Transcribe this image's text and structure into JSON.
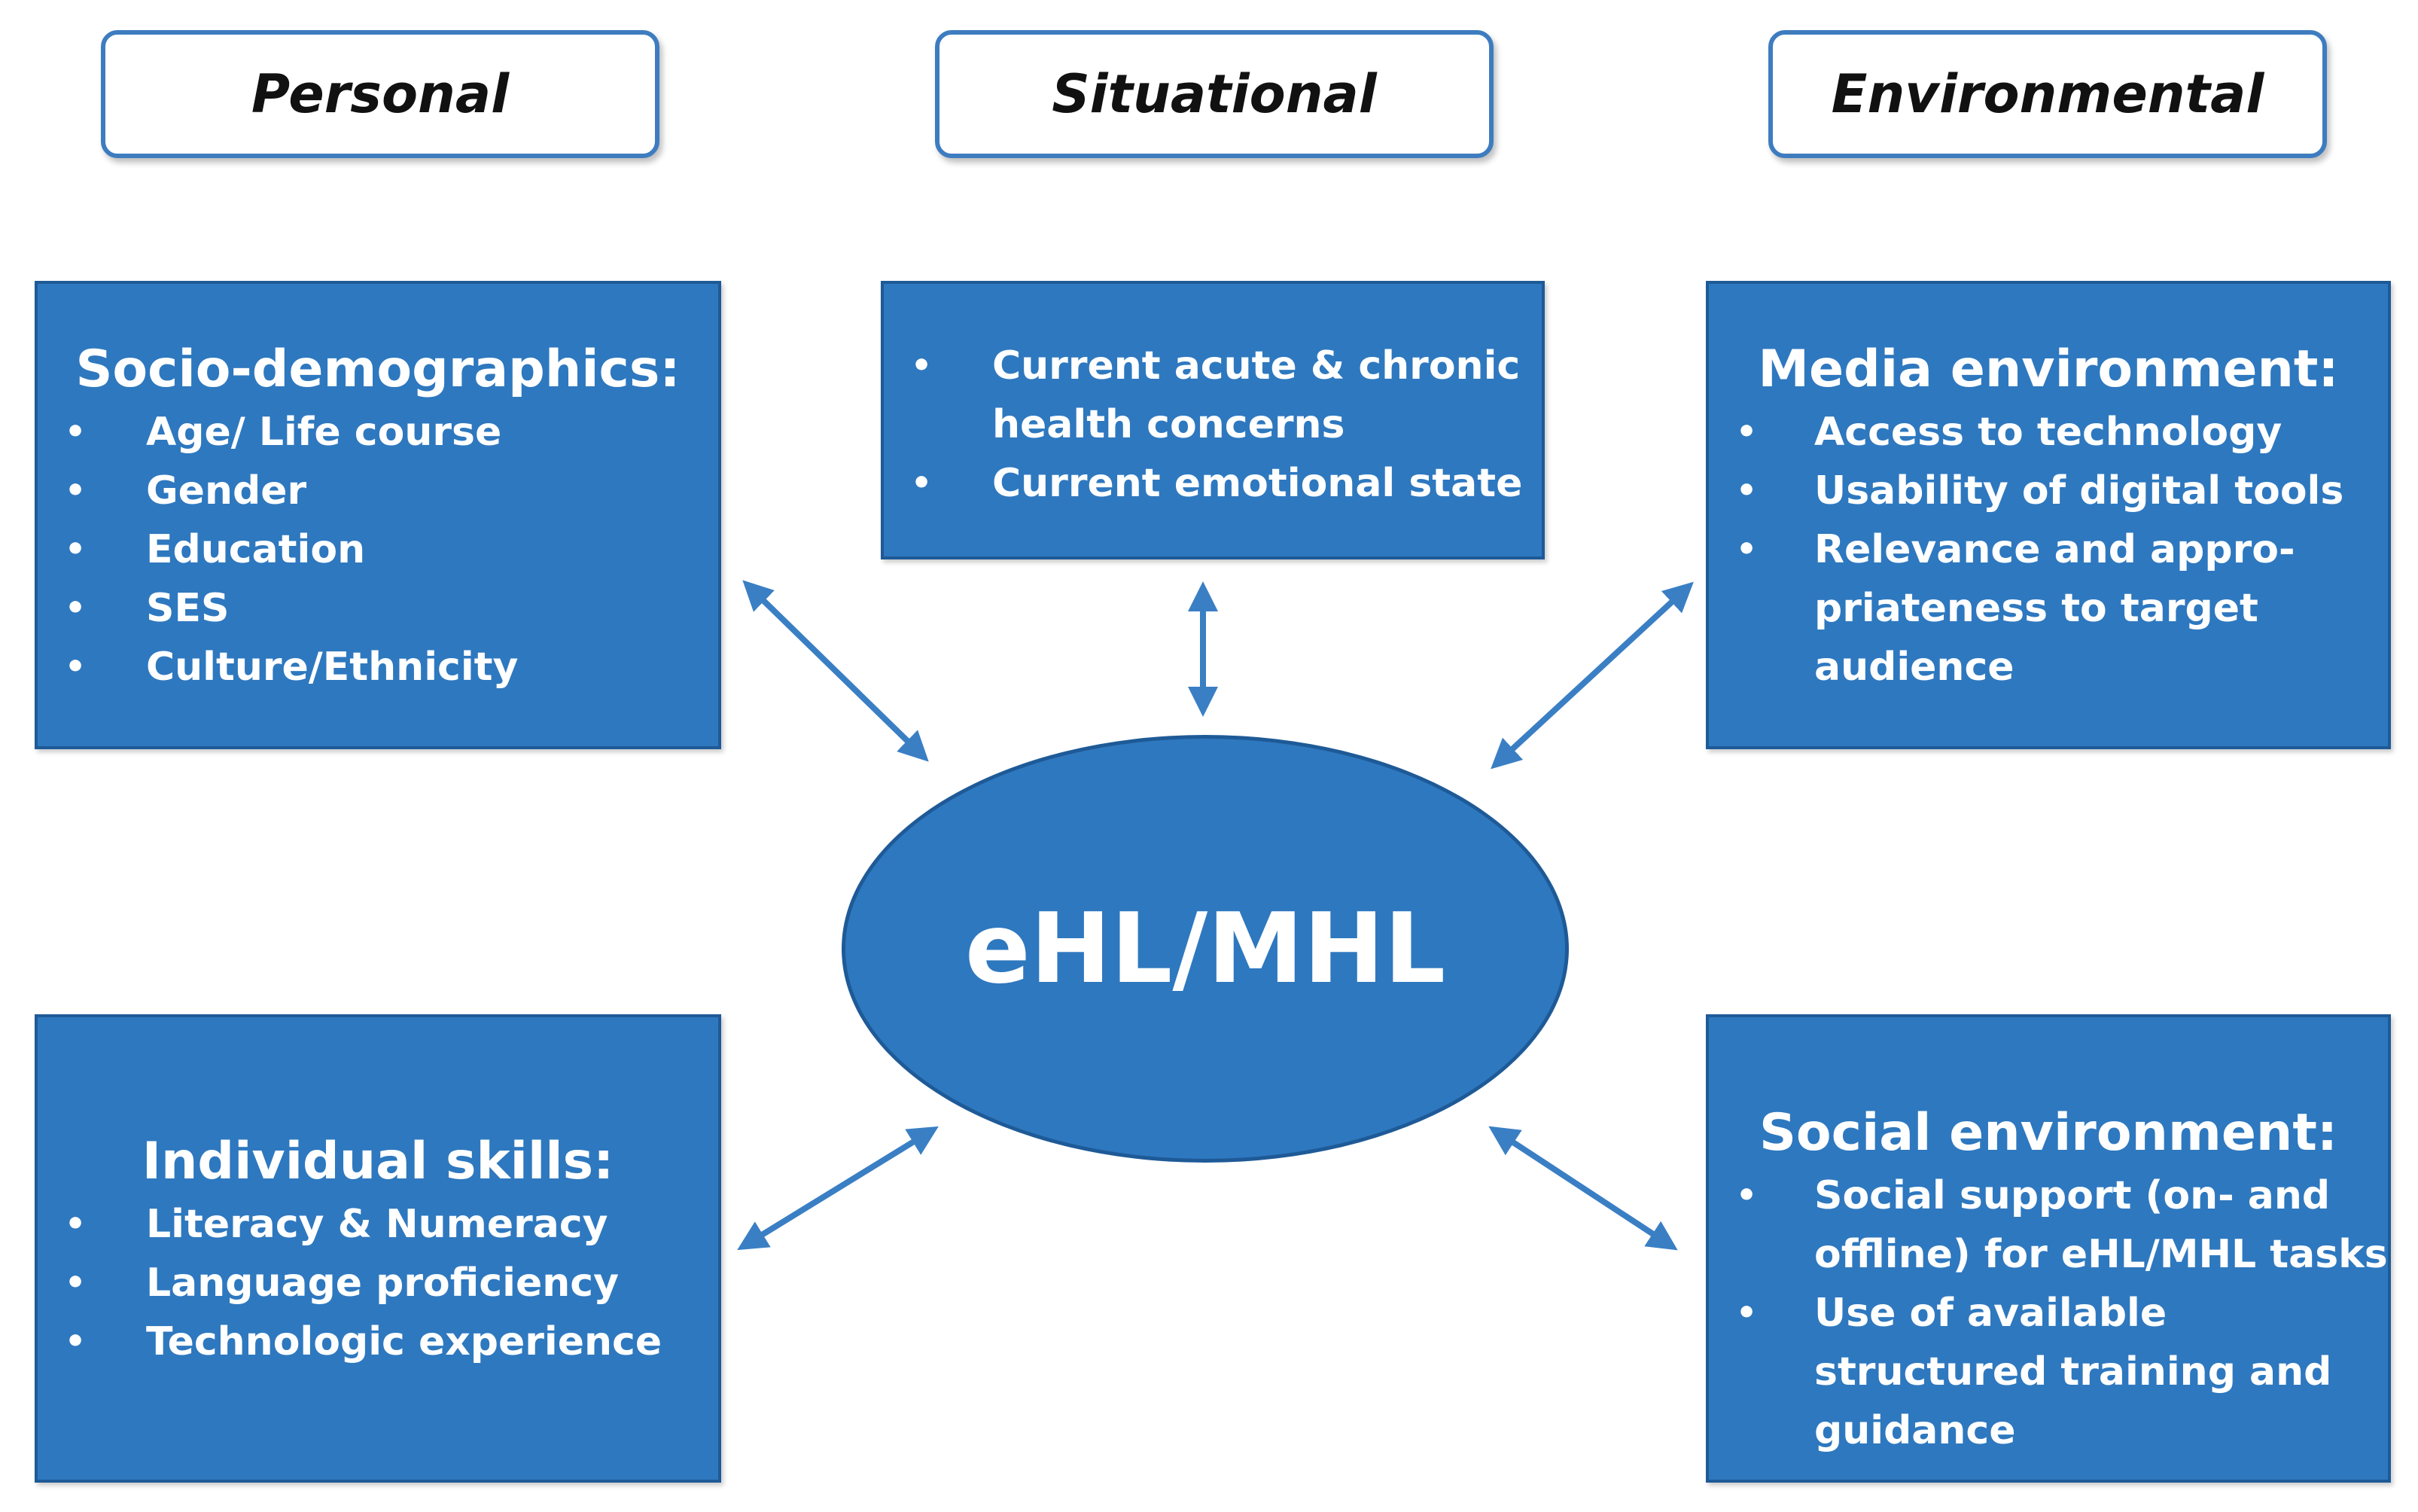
{
  "colors": {
    "box_fill": "#2e78bf",
    "box_border": "#1e5a97",
    "header_border": "#3e7cc0",
    "arrow": "#3a7fc4",
    "text_light": "#ffffff",
    "text_dark": "#111111"
  },
  "headers": {
    "personal": "Personal",
    "situational": "Situational",
    "environmental": "Environmental"
  },
  "center": {
    "label": "eHL/MHL"
  },
  "socio_demographics": {
    "title": "Socio-demographics:",
    "items": [
      "Age/ Life course",
      "Gender",
      "Education",
      "SES",
      "Culture/Ethnicity"
    ]
  },
  "situational_box": {
    "items": [
      "Current acute & chronic health concerns",
      "Current emotional  state"
    ]
  },
  "media_environment": {
    "title": "Media environment:",
    "items": [
      "Access to technology",
      "Usability of digital tools",
      "Relevance and appro-priateness  to target audience"
    ]
  },
  "individual_skills": {
    "title": "Individual skills:",
    "items": [
      "Literacy & Numeracy",
      "Language proficiency",
      "Technologic experience"
    ]
  },
  "social_environment": {
    "title": "Social environment:",
    "items": [
      "Social support (on- and offline) for eHL/MHL tasks",
      "Use of available structured training and guidance"
    ]
  }
}
